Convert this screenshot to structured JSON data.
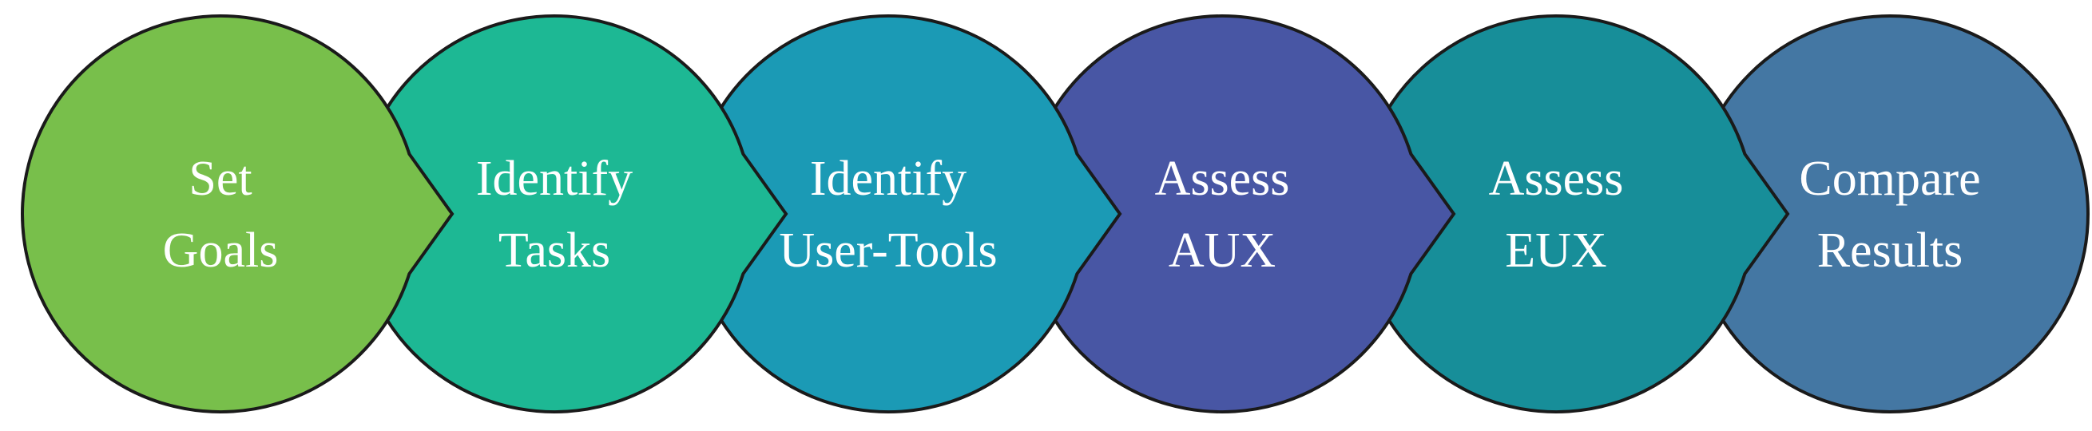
{
  "steps": [
    {
      "line1": "Set",
      "line2": "Goals",
      "color": "#78bf4b"
    },
    {
      "line1": "Identify",
      "line2": "Tasks",
      "color": "#1db894"
    },
    {
      "line1": "Identify",
      "line2": "User-Tools",
      "color": "#1b9ab5"
    },
    {
      "line1": "Assess",
      "line2": "AUX",
      "color": "#4856a4"
    },
    {
      "line1": "Assess",
      "line2": "EUX",
      "color": "#178e99"
    },
    {
      "line1": "Compare",
      "line2": "Results",
      "color": "#4477a3"
    }
  ]
}
